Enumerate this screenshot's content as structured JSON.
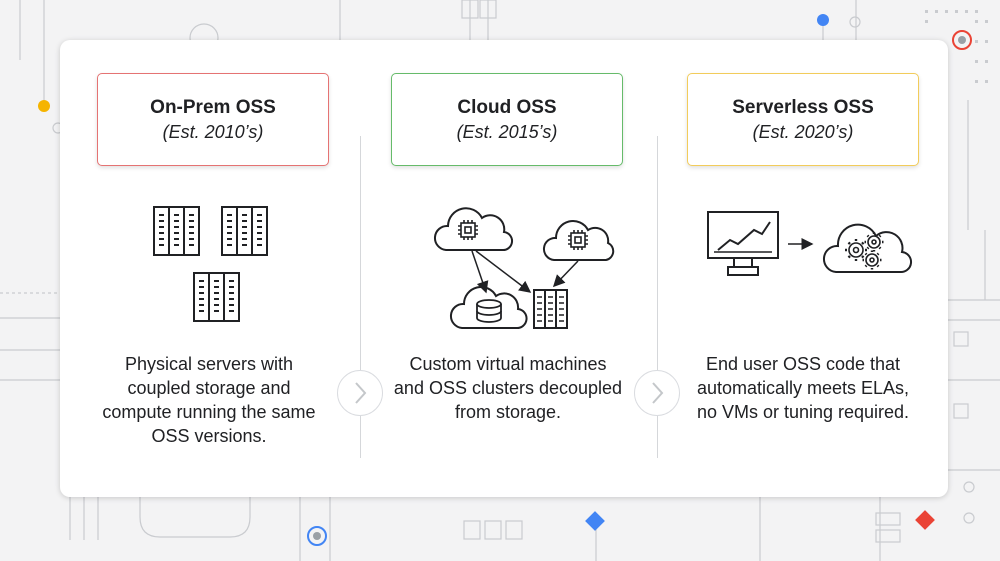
{
  "columns": [
    {
      "id": "on-prem",
      "title": "On-Prem OSS",
      "era": "(Est. 2010’s)",
      "description": "Physical servers with coupled storage and compute running the same OSS versions.",
      "accent_color": "#e57373",
      "icon": "server-rack-icon"
    },
    {
      "id": "cloud",
      "title": "Cloud OSS",
      "era": "(Est. 2015’s)",
      "description": "Custom virtual machines and OSS clusters decoupled from storage.",
      "accent_color": "#66bb6a",
      "icon": "cloud-compute-icon"
    },
    {
      "id": "serverless",
      "title": "Serverless OSS",
      "era": "(Est. 2020’s)",
      "description": "End user OSS code that automatically meets ELAs, no VMs or tuning required.",
      "accent_color": "#f2cc5b",
      "icon": "serverless-cloud-icon"
    }
  ],
  "background": {
    "color": "#f3f3f4",
    "line_color": "#c9cbcf",
    "accent_dots": [
      "#f5b400",
      "#4285f4",
      "#34a853",
      "#ea4335"
    ]
  }
}
